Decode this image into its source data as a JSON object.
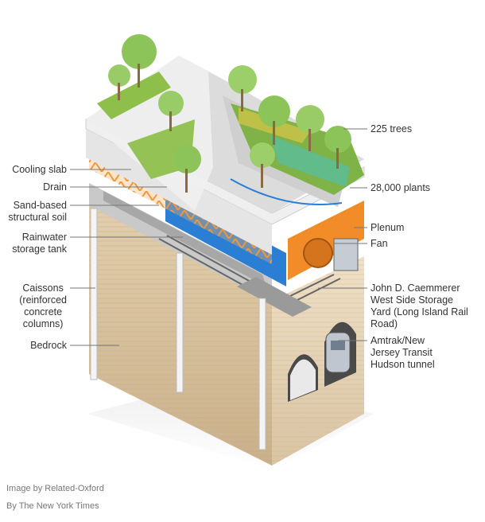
{
  "labels": {
    "trees": "225 trees",
    "plants": "28,000 plants",
    "plenum": "Plenum",
    "fan": "Fan",
    "yard": "John D. Caemmerer\nWest Side Storage\nYard (Long Island Rail\nRoad)",
    "tunnel": "Amtrak/New\nJersey Transit\nHudson tunnel",
    "cooling_slab": "Cooling slab",
    "drain": "Drain",
    "soil": "Sand-based\nstructural soil",
    "tank": "Rainwater\nstorage tank",
    "caissons": "Caissons\n(reinforced\nconcrete\ncolumns)",
    "bedrock": "Bedrock"
  },
  "credits": {
    "image": "Image by Related-Oxford",
    "source": "By The New York Times"
  },
  "colors": {
    "leader": "#777777",
    "orange": "#f28c28",
    "blue": "#2a7fd4",
    "earth": "#d9c4a3",
    "concrete": "#d8d8d8",
    "green": "#7fb347"
  }
}
